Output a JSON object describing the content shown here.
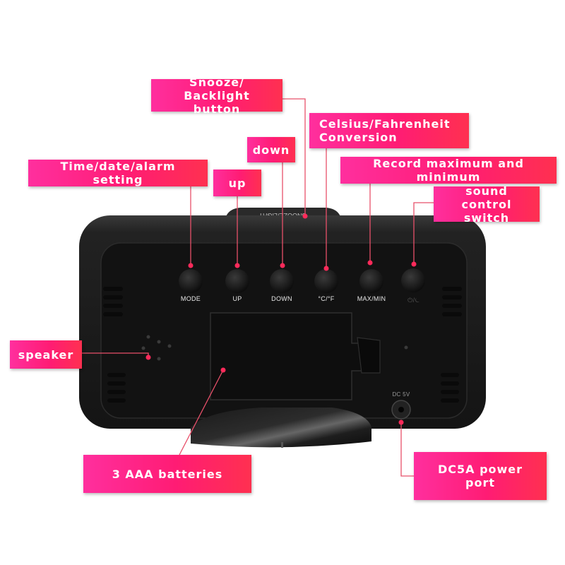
{
  "device": {
    "button_labels": [
      "MODE",
      "UP",
      "DOWN",
      "°C/°F",
      "MAX/MIN",
      "⏻/⏾"
    ],
    "top_button_label": "SNOOZE/LIGHT",
    "port_label": "DC 5V",
    "body_color": "#1c1c1c",
    "panel_color": "#121212"
  },
  "callouts": {
    "snooze": "Snooze/\nBacklight button",
    "celsius": "Celsius/Fahrenheit\nConversion",
    "down": "down",
    "time": "Time/date/alarm setting",
    "up": "up",
    "record": "Record maximum and minimum",
    "sound": "sound control\nswitch",
    "speaker": "speaker",
    "batteries": "3 AAA batteries",
    "power": "DC5A power port"
  },
  "colors": {
    "callout_start": "#ff2f9e",
    "callout_end": "#ff3050",
    "leader_line": "#e8506a",
    "marker_dot": "#ff2a5a"
  }
}
